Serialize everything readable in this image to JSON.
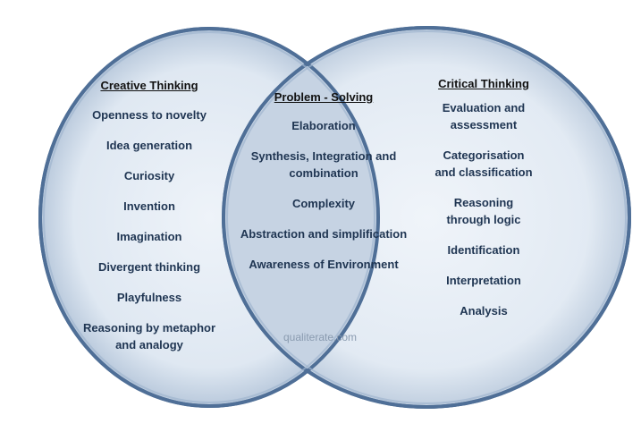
{
  "diagram": {
    "type": "venn",
    "left_set": {
      "title": "Creative Thinking",
      "items": [
        "Openness to novelty",
        "Idea generation",
        "Curiosity",
        "Invention",
        "Imagination",
        "Divergent thinking",
        "Playfulness",
        "Reasoning by metaphor and analogy"
      ]
    },
    "intersection": {
      "title": "Problem - Solving",
      "items": [
        "Elaboration",
        "Synthesis, Integration and combination",
        "Complexity",
        "Abstraction and simplification",
        "Awareness of Environment"
      ]
    },
    "right_set": {
      "title": "Critical Thinking",
      "items": [
        "Evaluation and assessment",
        "Categorisation and classification",
        "Reasoning through logic",
        "Identification",
        "Interpretation",
        "Analysis"
      ]
    },
    "watermark": "qualiterate.com",
    "colors": {
      "circle_fill": "#dde6f0",
      "circle_stroke": "#4f6f97",
      "overlap_fill": "#c4d2e2",
      "text": "#1f3552",
      "heading": "#111111"
    }
  }
}
